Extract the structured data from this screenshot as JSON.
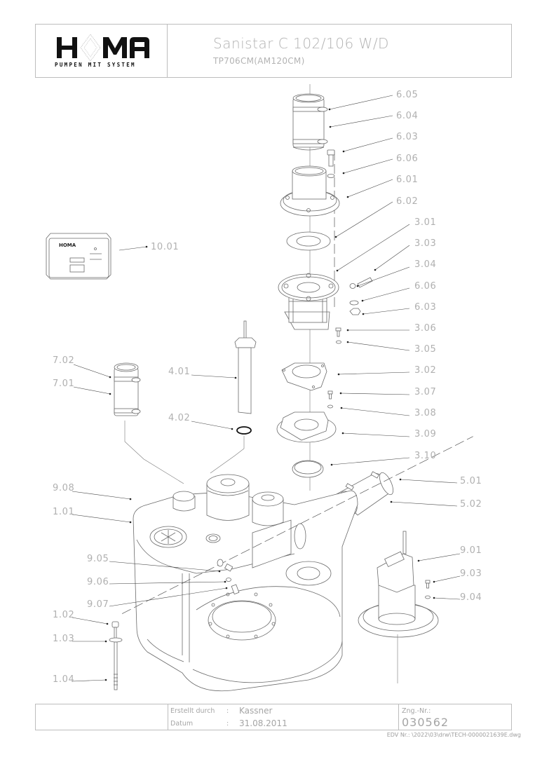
{
  "header": {
    "brand": "HOMA",
    "tagline": "PUMPEN MIT SYSTEM",
    "title": "Sanistar C 102/106 W/D",
    "subtitle": "TP706CM(AM120CM)"
  },
  "footer": {
    "created_by_label": "Erstellt durch",
    "created_by_sep": ":",
    "created_by_value": "Kassner",
    "date_label": "Datum",
    "date_sep": ":",
    "date_value": "31.08.2011",
    "drawing_no_label": "Zng.-Nr.:",
    "drawing_no_value": "030562",
    "edv": "EDV Nr.: \\2022\\03\\drw\\TECH-0000021639E.dwg"
  },
  "parts": [
    {
      "id": "6.05"
    },
    {
      "id": "6.04"
    },
    {
      "id": "6.03"
    },
    {
      "id": "6.06"
    },
    {
      "id": "6.01"
    },
    {
      "id": "6.02"
    },
    {
      "id": "3.01"
    },
    {
      "id": "3.03"
    },
    {
      "id": "3.04"
    },
    {
      "id": "6.06b",
      "label": "6.06"
    },
    {
      "id": "6.03b",
      "label": "6.03"
    },
    {
      "id": "3.06"
    },
    {
      "id": "3.05"
    },
    {
      "id": "3.02"
    },
    {
      "id": "3.07"
    },
    {
      "id": "3.08"
    },
    {
      "id": "3.09"
    },
    {
      "id": "3.10"
    },
    {
      "id": "5.01"
    },
    {
      "id": "5.02"
    },
    {
      "id": "9.01"
    },
    {
      "id": "9.03"
    },
    {
      "id": "9.04"
    },
    {
      "id": "10.01"
    },
    {
      "id": "7.02"
    },
    {
      "id": "7.01"
    },
    {
      "id": "4.01"
    },
    {
      "id": "4.02"
    },
    {
      "id": "9.08"
    },
    {
      "id": "1.01"
    },
    {
      "id": "9.05"
    },
    {
      "id": "9.06"
    },
    {
      "id": "9.07"
    },
    {
      "id": "1.02"
    },
    {
      "id": "1.03"
    },
    {
      "id": "1.04"
    }
  ],
  "labels": {
    "p605": "6.05",
    "p604": "6.04",
    "p603": "6.03",
    "p606": "6.06",
    "p601": "6.01",
    "p602": "6.02",
    "p301": "3.01",
    "p303": "3.03",
    "p304": "3.04",
    "p606b": "6.06",
    "p603b": "6.03",
    "p306": "3.06",
    "p305": "3.05",
    "p302": "3.02",
    "p307": "3.07",
    "p308": "3.08",
    "p309": "3.09",
    "p310": "3.10",
    "p501": "5.01",
    "p502": "5.02",
    "p901": "9.01",
    "p903": "9.03",
    "p904": "9.04",
    "p1001": "10.01",
    "p702": "7.02",
    "p701": "7.01",
    "p401": "4.01",
    "p402": "4.02",
    "p908": "9.08",
    "p101": "1.01",
    "p905": "9.05",
    "p906": "9.06",
    "p907": "9.07",
    "p102": "1.02",
    "p103": "1.03",
    "p104": "1.04"
  },
  "control_box": {
    "brand": "HOMA"
  }
}
